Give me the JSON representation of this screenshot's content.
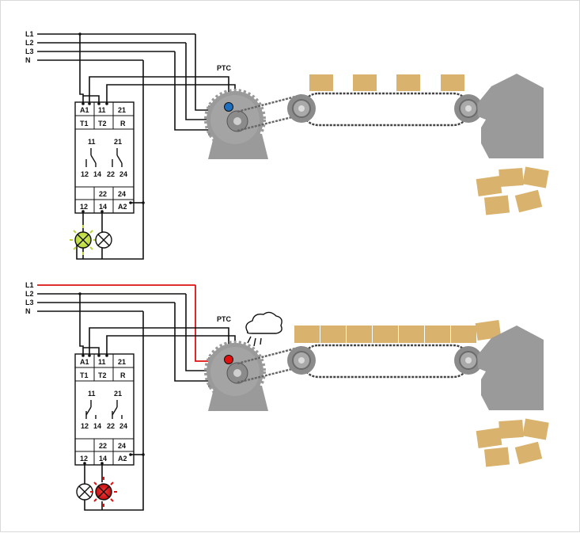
{
  "line_labels": [
    "L1",
    "L2",
    "L3",
    "N"
  ],
  "ptc_label": "PTC",
  "relay": {
    "row1": [
      "A1",
      "11",
      "21"
    ],
    "row2": [
      "T1",
      "T2",
      "R"
    ],
    "contacts_top": [
      "11",
      "21"
    ],
    "contacts_bottom": [
      "12",
      "14",
      "22",
      "24"
    ],
    "row_lower": [
      "22",
      "24"
    ],
    "row_bottom": [
      "12",
      "14",
      "A2"
    ]
  },
  "colors": {
    "line": "#111111",
    "fault_line": "#dd1111",
    "sensor_ok": "#1f6fbf",
    "sensor_fault": "#e01010",
    "lamp_ok": "#b8d63a",
    "lamp_fault": "#d11a1a",
    "motor": "#9a9a9a",
    "box": "#d9b36d"
  },
  "panels": [
    {
      "state": "normal",
      "sensor_icon": "blue-sensor-dot",
      "lamp_icon": "green-lamp-lit"
    },
    {
      "state": "overheat",
      "sensor_icon": "red-sensor-dot",
      "lamp_icon": "red-lamp-lit"
    }
  ]
}
